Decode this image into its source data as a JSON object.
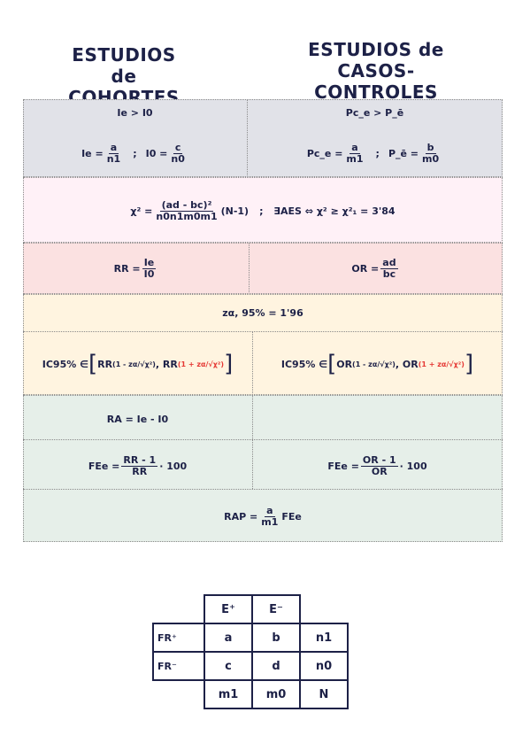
{
  "titles": {
    "cohort_line1": "ESTUDIOS",
    "cohort_line2": "de COHORTES",
    "cc_line1": "ESTUDIOS de",
    "cc_line2": "CASOS-CONTROLES"
  },
  "row1": {
    "left_top": "Ie > I0",
    "left_ie": "Ie =",
    "left_ie_num": "a",
    "left_ie_den": "n1",
    "left_sep": ";",
    "left_io": "I0 =",
    "left_io_num": "c",
    "left_io_den": "n0",
    "right_top": "Pc_e > P_ē",
    "right_pe": "Pc_e =",
    "right_pe_num": "a",
    "right_pe_den": "m1",
    "right_sep": ";",
    "right_pne": "P_ē =",
    "right_pne_num": "b",
    "right_pne_den": "m0"
  },
  "row2": {
    "chi_lhs": "χ² =",
    "chi_num": "(ad - bc)²",
    "chi_den": "n0n1m0m1",
    "chi_tail": "(N-1)",
    "sep": ";",
    "aes": "∃AES ⇔ χ² ≥ χ²₁ = 3'84"
  },
  "row3": {
    "rr_lhs": "RR =",
    "rr_num": "Ie",
    "rr_den": "I0",
    "or_lhs": "OR =",
    "or_num": "ad",
    "or_den": "bc"
  },
  "row4": {
    "z": "zα, 95% = 1'96"
  },
  "row5": {
    "left_ic": "IC95% ∈",
    "left_base1": "RR",
    "left_exp1": "(1 - zα/√χ²)",
    "left_base2": "RR",
    "left_exp2": "(1 + zα/√χ²)",
    "right_ic": "IC95% ∈",
    "right_base1": "OR",
    "right_exp1": "(1 - zα/√χ²)",
    "right_base2": "OR",
    "right_exp2": "(1 + zα/√χ²)"
  },
  "row6": {
    "ra": "RA = Ie - I0",
    "fe_left_lhs": "FEe =",
    "fe_left_num": "RR - 1",
    "fe_left_den": "RR",
    "fe_left_tail": "· 100",
    "fe_right_lhs": "FEe =",
    "fe_right_num": "OR - 1",
    "fe_right_den": "OR",
    "fe_right_tail": "· 100",
    "rap_lhs": "RAP =",
    "rap_num": "a",
    "rap_den": "m1",
    "rap_tail": "FEe"
  },
  "contingency": {
    "col_headers": [
      "E⁺",
      "E⁻"
    ],
    "row_labels": [
      "FR⁺",
      "FR⁻"
    ],
    "cells": [
      [
        "a",
        "b",
        "n1"
      ],
      [
        "c",
        "d",
        "n0"
      ]
    ],
    "totals": [
      "m1",
      "m0",
      "N"
    ]
  },
  "colors": {
    "ink": "#1d2147",
    "band1": "#e1e2e8",
    "band2": "#fff1f7",
    "band3": "#fbe1e1",
    "band4": "#fff4e0",
    "band5": "#e6efe9",
    "plus": "#e53935"
  }
}
